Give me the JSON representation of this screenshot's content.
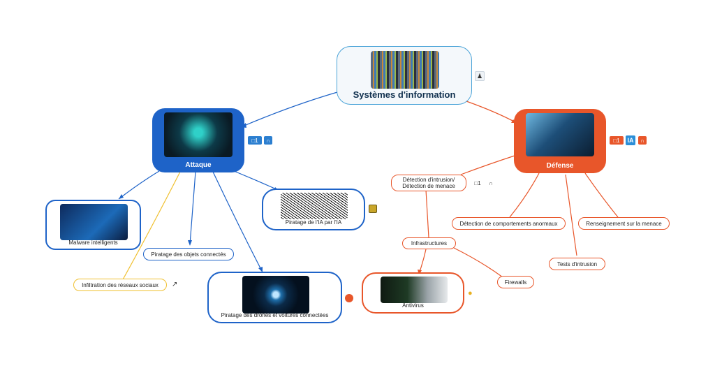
{
  "central": {
    "title": "Systèmes d'information"
  },
  "attaque": {
    "title": "Attaque",
    "comment_count": "1"
  },
  "defense": {
    "title": "Défense",
    "comment_count": "1",
    "ia_badge": "IA"
  },
  "attaque_children": {
    "malware": "Malware intelligents",
    "objets": "Piratage des objets connectés",
    "ia": "Piratage de l'IA par l'IA",
    "reseaux": "Infiltration des réseaux sociaux",
    "drones": "Piratage des drones et voitures connectées"
  },
  "defense_children": {
    "detection": "Détection d'intrusion/ Détection de menace",
    "detection_comment_count": "1",
    "comportements": "Détection de comportements anormaux",
    "renseignement": "Renseignement sur la menace",
    "tests": "Tests d'intrusion",
    "infrastructures": "Infrastructures",
    "firewalls": "Firewalls",
    "antivirus": "Antivirus"
  },
  "colors": {
    "central": "#4aa3d8",
    "attaque": "#1e63c8",
    "defense": "#e8562a",
    "social": "#f0c030"
  }
}
